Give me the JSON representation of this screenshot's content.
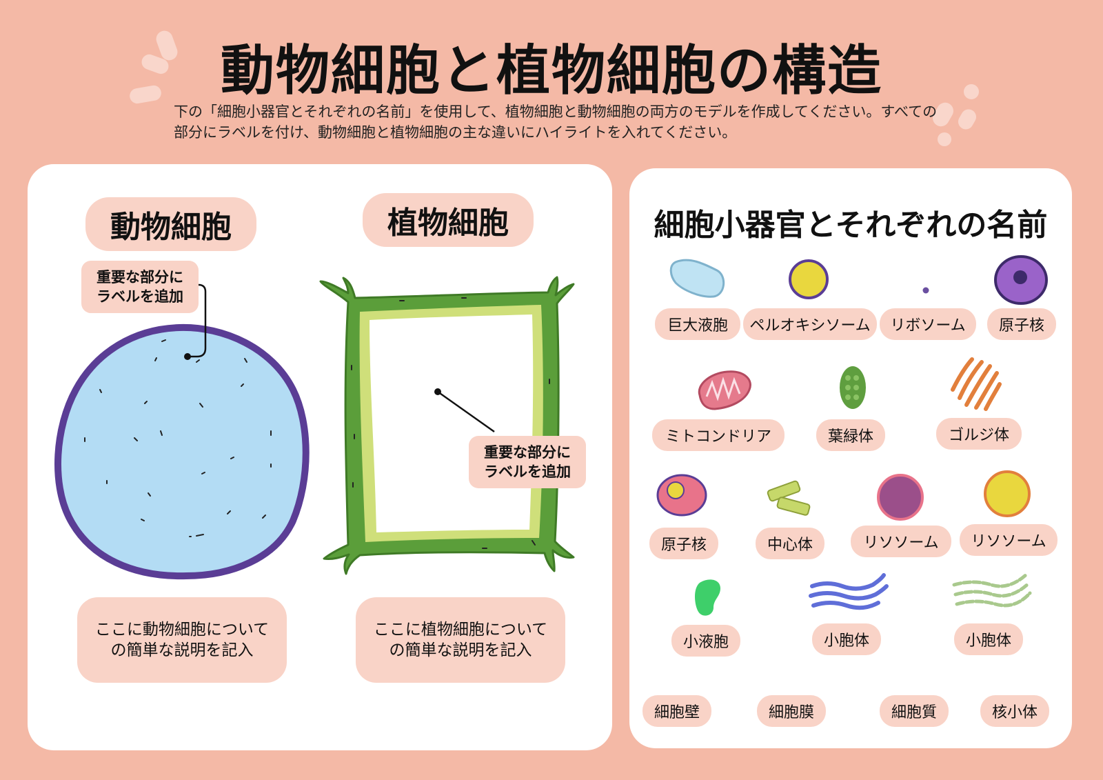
{
  "title": "動物細胞と植物細胞の構造",
  "instructions": "下の「細胞小器官とそれぞれの名前」を使用して、植物細胞と動物細胞の両方のモデルを作成してください。すべての部分にラベルを付け、動物細胞と植物細胞の主な違いにハイライトを入れてください。",
  "animal_cell": {
    "title": "動物細胞",
    "callout": "重要な部分に\nラベルを追加",
    "description": "ここに動物細胞について\nの簡単な説明を記入"
  },
  "plant_cell": {
    "title": "植物細胞",
    "callout": "重要な部分に\nラベルを追加",
    "description": "ここに植物細胞について\nの簡単な説明を記入"
  },
  "organelles": {
    "heading": "細胞小器官とそれぞれの名前",
    "labels": [
      "巨大液胞",
      "ペルオキシソーム",
      "リボソーム",
      "原子核",
      "ミトコンドリア",
      "葉緑体",
      "ゴルジ体",
      "原子核",
      "中心体",
      "リソソーム",
      "リソソーム",
      "小液胞",
      "小胞体",
      "小胞体",
      "細胞壁",
      "細胞膜",
      "細胞質",
      "核小体"
    ]
  },
  "colors": {
    "background": "#f4b9a6",
    "pill": "#f9d3c7",
    "animal_membrane": "#5a3d95",
    "animal_cytoplasm": "#b3dcf4",
    "plant_wall": "#5b9e3a",
    "plant_inner": "#cfdf7a"
  }
}
